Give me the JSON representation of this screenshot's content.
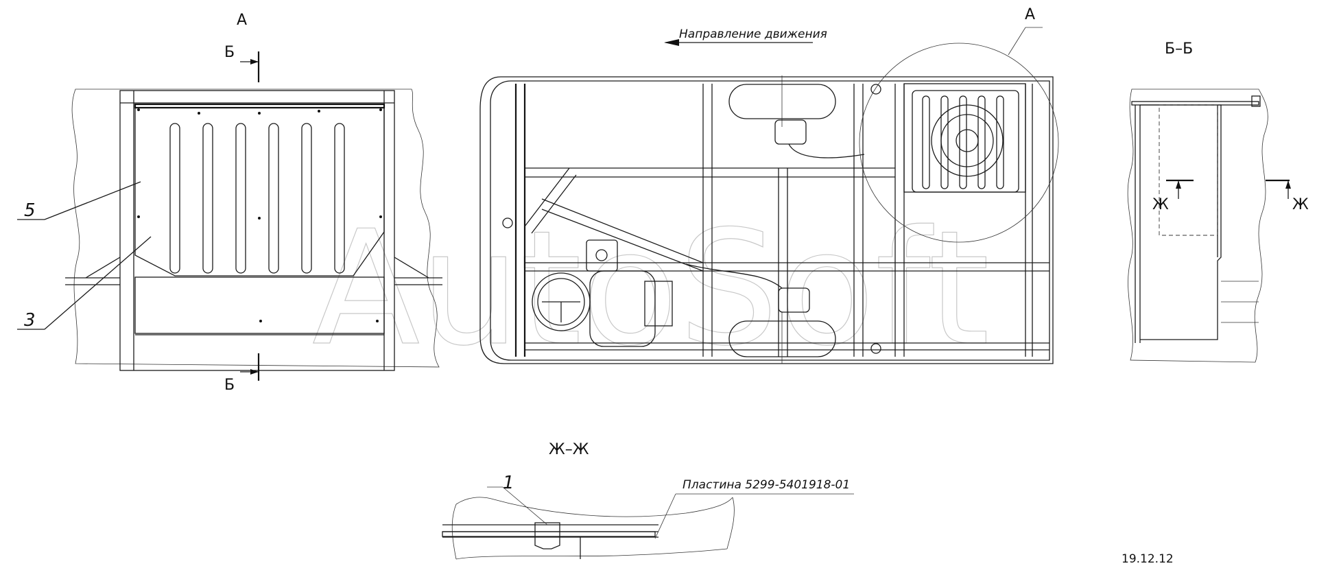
{
  "labels": {
    "view_a_left": "А",
    "view_a_right": "А",
    "section_b_top": "Б",
    "section_b_bottom": "Б",
    "section_bb": "Б–Б",
    "section_zh_left": "Ж",
    "section_zh_right": "Ж",
    "section_zhzh": "Ж–Ж",
    "direction": "Направление движения",
    "callout_5": "5",
    "callout_3": "3",
    "callout_1": "1",
    "plate": "Пластина 5299-5401918-01",
    "date": "19.12.12"
  },
  "watermark": "AutoSoft"
}
